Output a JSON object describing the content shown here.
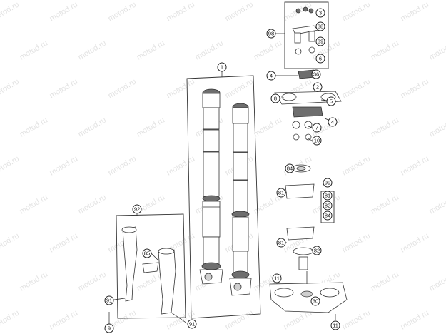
{
  "watermark": "motod.ru",
  "callouts": {
    "c1": "1",
    "c2": "2",
    "c3": "3",
    "c4a": "4",
    "c4b": "4",
    "c5": "5",
    "c6": "6",
    "c7": "7",
    "c8": "8",
    "c9": "9",
    "c10": "10",
    "c11a": "11",
    "c11b": "11",
    "c30": "30",
    "c36": "36",
    "c38": "38",
    "c39": "39",
    "c81a": "81",
    "c81b": "81",
    "c82": "82",
    "c84": "84",
    "c85": "85",
    "c91a": "91",
    "c91b": "91",
    "c92": "92",
    "c98": "98",
    "c99": "99",
    "stack81": "81",
    "stack82": "82",
    "stack84": "84"
  }
}
